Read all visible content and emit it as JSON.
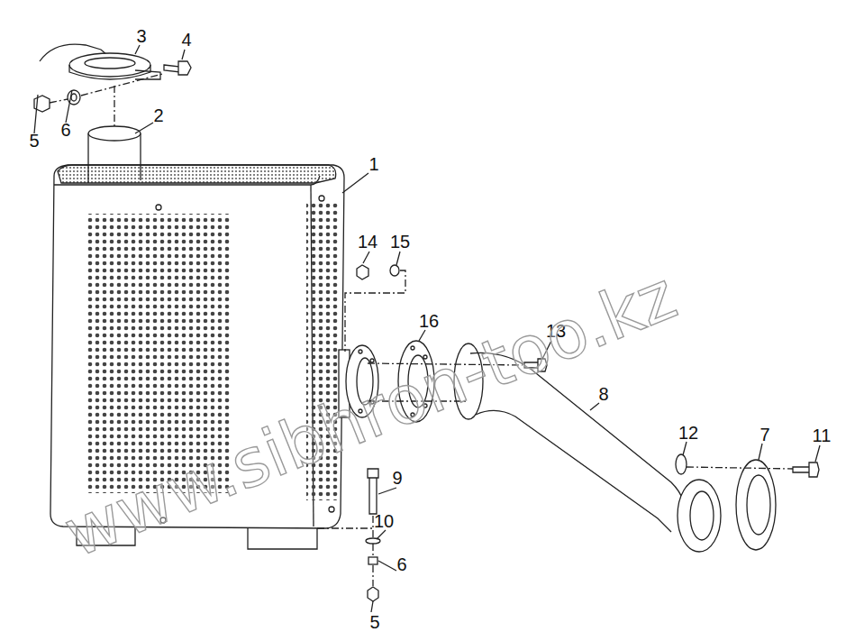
{
  "diagram": {
    "labels": [
      "1",
      "2",
      "3",
      "4",
      "5",
      "6",
      "14",
      "15",
      "16",
      "13",
      "8",
      "12",
      "7",
      "11",
      "9",
      "10",
      "6",
      "5",
      "www.sibhron-too.kz"
    ]
  }
}
